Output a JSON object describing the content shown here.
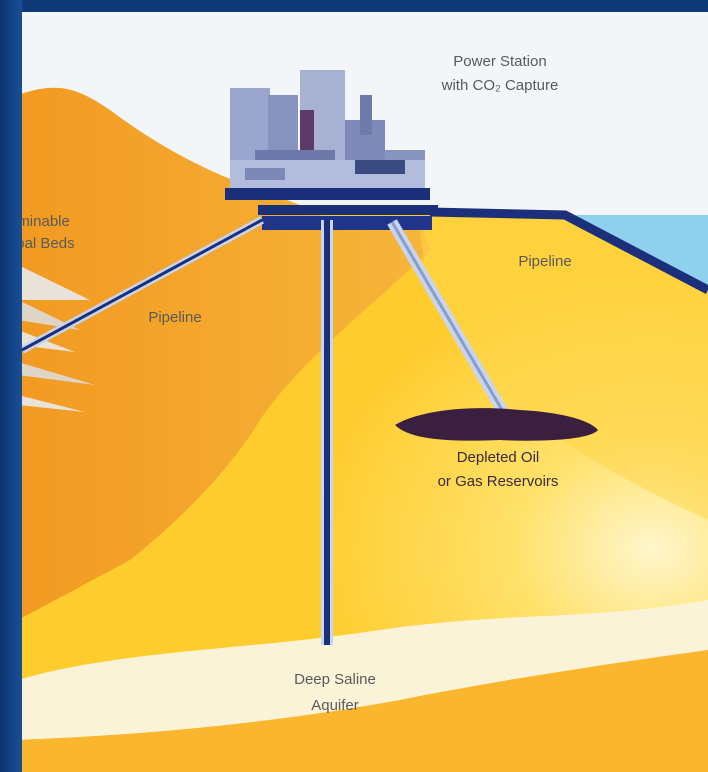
{
  "labels": {
    "power_station_line1": "Power Station",
    "power_station_line2": "with CO₂ Capture",
    "pipeline_left": "Pipeline",
    "pipeline_right": "Pipeline",
    "coal_beds_line1": "Unminable",
    "coal_beds_line2": "Coal Beds",
    "depleted_line1": "Depleted Oil",
    "depleted_line2": "or Gas Reservoirs",
    "aquifer_line1": "Deep Saline",
    "aquifer_line2": "Aquifer"
  },
  "colors": {
    "frame": "#0f3a78",
    "sky": "#f2f6f8",
    "ground_orange": "#f4a728",
    "ground_yellow": "#ffd030",
    "pipe": "#1c2f7a",
    "pipe_light": "#c7d6ee",
    "reservoir": "#3a1f3e",
    "aquifer": "#fbf3d8",
    "sea": "#8fd0ee"
  }
}
